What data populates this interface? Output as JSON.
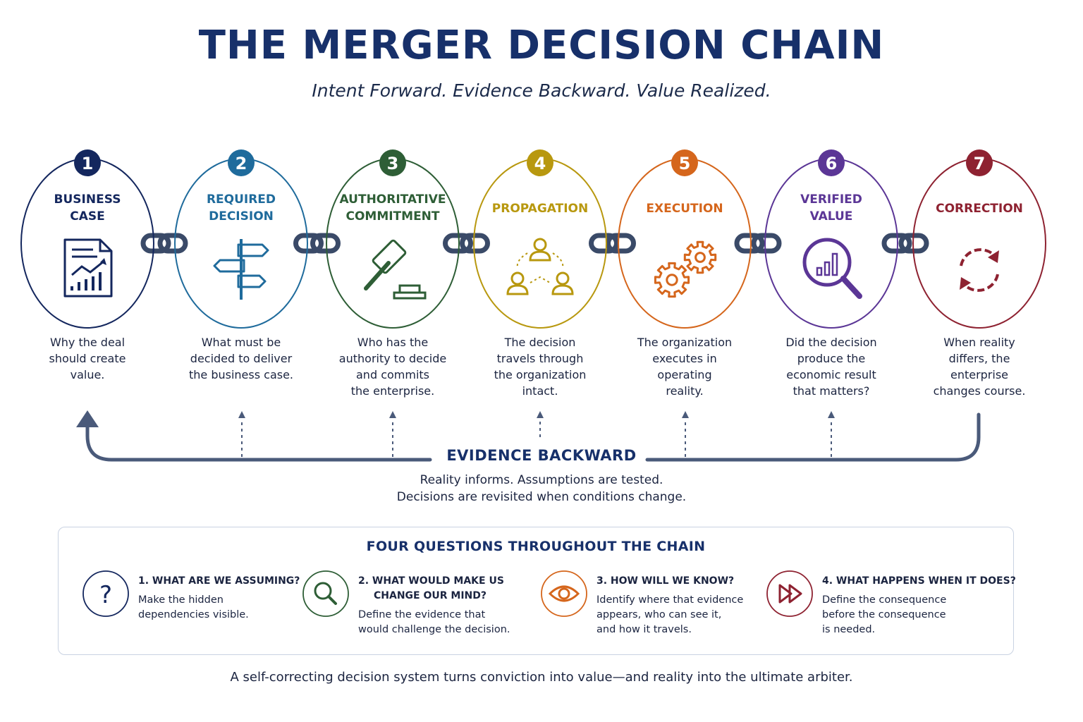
{
  "title": "THE MERGER DECISION CHAIN",
  "subtitle": "Intent Forward. Evidence Backward. Value Realized.",
  "stages": [
    {
      "number": "1",
      "name_line1": "BUSINESS",
      "name_line2": "CASE",
      "desc": [
        "Why the deal",
        "should create",
        "value."
      ],
      "color": "#14275e",
      "icon": "document-chart-icon"
    },
    {
      "number": "2",
      "name_line1": "REQUIRED",
      "name_line2": "DECISION",
      "desc": [
        "What must be",
        "decided to deliver",
        "the business case."
      ],
      "color": "#1f6b9c",
      "icon": "signpost-icon"
    },
    {
      "number": "3",
      "name_line1": "AUTHORITATIVE",
      "name_line2": "COMMITMENT",
      "desc": [
        "Who has the",
        "authority to decide",
        "and commits",
        "the enterprise."
      ],
      "color": "#2e5e36",
      "icon": "gavel-icon"
    },
    {
      "number": "4",
      "name_line1": "PROPAGATION",
      "name_line2": "",
      "desc": [
        "The decision",
        "travels through",
        "the organization",
        "intact."
      ],
      "color": "#b8980f",
      "icon": "people-network-icon"
    },
    {
      "number": "5",
      "name_line1": "EXECUTION",
      "name_line2": "",
      "desc": [
        "The organization",
        "executes in",
        "operating",
        "reality."
      ],
      "color": "#d5661c",
      "icon": "gears-icon"
    },
    {
      "number": "6",
      "name_line1": "VERIFIED",
      "name_line2": "VALUE",
      "desc": [
        "Did the decision",
        "produce the",
        "economic result",
        "that matters?"
      ],
      "color": "#5b3696",
      "icon": "magnifier-chart-icon"
    },
    {
      "number": "7",
      "name_line1": "CORRECTION",
      "name_line2": "",
      "desc": [
        "When reality",
        "differs, the",
        "enterprise",
        "changes course."
      ],
      "color": "#8e2231",
      "icon": "cycle-arrows-icon"
    }
  ],
  "evidence": {
    "label": "EVIDENCE BACKWARD",
    "line1": "Reality informs. Assumptions are tested.",
    "line2": "Decisions are revisited when conditions change."
  },
  "questions": {
    "title": "FOUR QUESTIONS THROUGHOUT THE CHAIN",
    "items": [
      {
        "head": [
          "1. WHAT ARE WE ASSUMING?"
        ],
        "desc": [
          "Make the hidden",
          "dependencies visible."
        ],
        "color": "#14275e",
        "icon": "question-icon"
      },
      {
        "head": [
          "2. WHAT WOULD MAKE US",
          "CHANGE OUR MIND?"
        ],
        "desc": [
          "Define the evidence that",
          "would challenge the decision."
        ],
        "color": "#2e5e36",
        "icon": "search-icon"
      },
      {
        "head": [
          "3. HOW WILL WE KNOW?"
        ],
        "desc": [
          "Identify where that evidence",
          "appears, who can see it,",
          "and how it travels."
        ],
        "color": "#d5661c",
        "icon": "eye-icon"
      },
      {
        "head": [
          "4. WHAT HAPPENS WHEN IT DOES?"
        ],
        "desc": [
          "Define the consequence",
          "before the consequence",
          "is needed."
        ],
        "color": "#8e2231",
        "icon": "fast-forward-icon"
      }
    ]
  },
  "footer": "A self-correcting decision system turns conviction into value—and reality into the ultimate arbiter."
}
